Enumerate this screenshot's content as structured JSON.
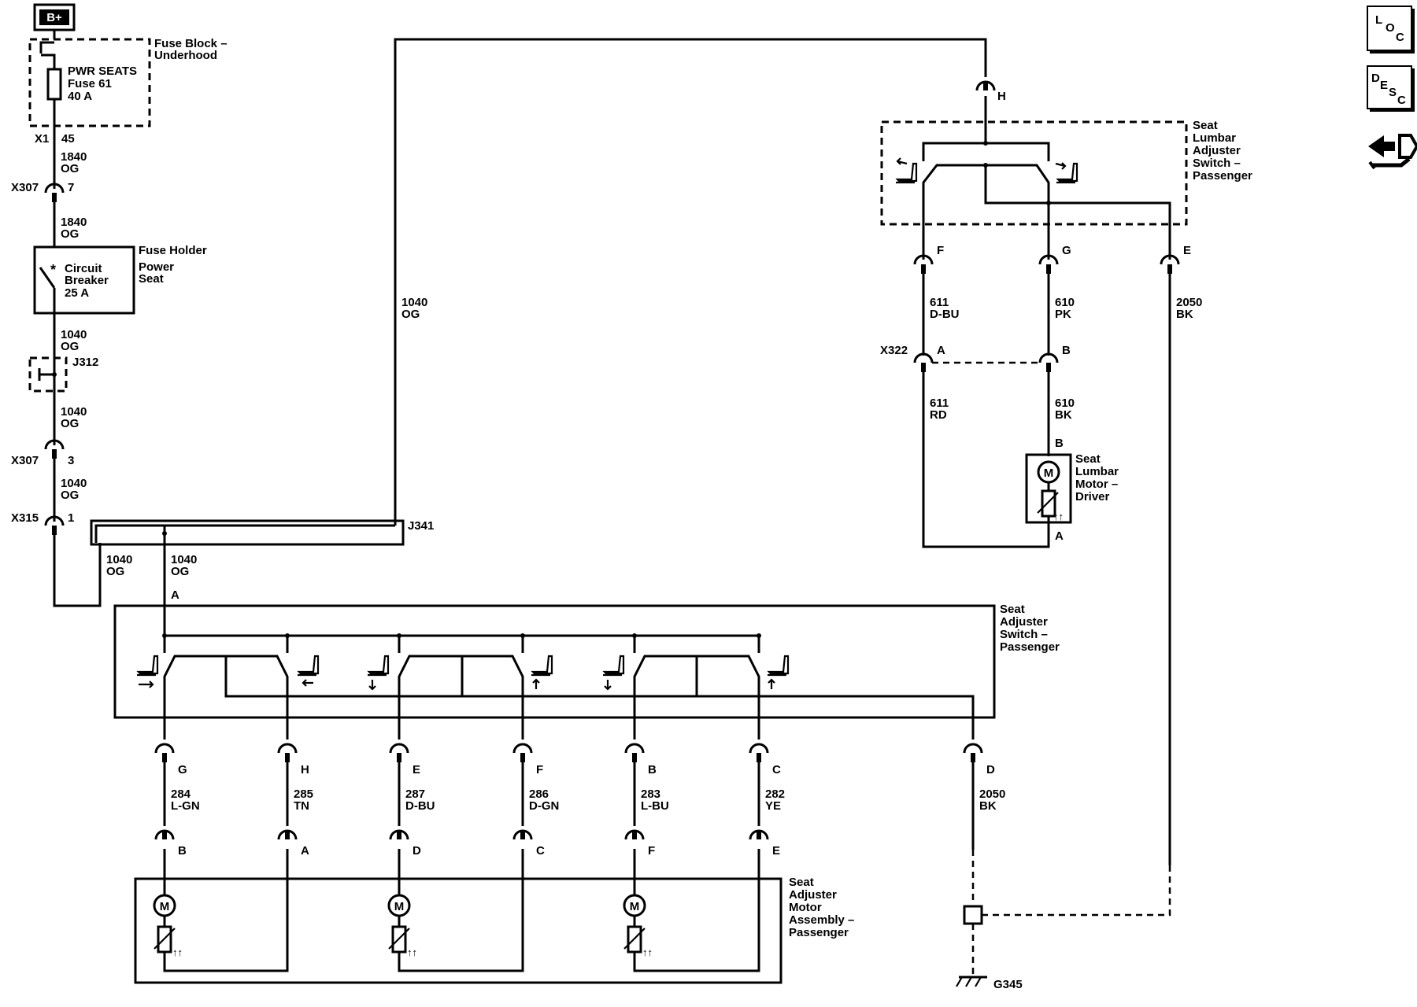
{
  "power": {
    "label": "B+"
  },
  "fuse_block": {
    "label_line1": "Fuse Block –",
    "label_line2": "Underhood",
    "fuse_name": "PWR SEATS",
    "fuse_num": "Fuse 61",
    "fuse_amp": "40 A",
    "conn": "X1",
    "pin": "45"
  },
  "wire_1840_a": {
    "num": "1840",
    "color": "OG"
  },
  "x307_top": {
    "conn": "X307",
    "pin": "7"
  },
  "wire_1840_b": {
    "num": "1840",
    "color": "OG"
  },
  "fuse_holder": {
    "line1": "Fuse Holder",
    "line2": "Power",
    "line3": "Seat",
    "breaker1": "Circuit",
    "breaker2": "Breaker",
    "breaker3": "25 A"
  },
  "wire_1040_a": {
    "num": "1040",
    "color": "OG"
  },
  "j312": {
    "label": "J312"
  },
  "wire_1040_b": {
    "num": "1040",
    "color": "OG"
  },
  "x307_bot": {
    "conn": "X307",
    "pin": "3"
  },
  "wire_1040_c": {
    "num": "1040",
    "color": "OG"
  },
  "x315": {
    "conn": "X315",
    "pin": "1"
  },
  "j341": {
    "label": "J341"
  },
  "wire_1040_d": {
    "num": "1040",
    "color": "OG"
  },
  "wire_1040_e": {
    "num": "1040",
    "color": "OG"
  },
  "wire_1040_up": {
    "num": "1040",
    "color": "OG"
  },
  "seat_switch": {
    "pin_in": "A",
    "line1": "Seat",
    "line2": "Adjuster",
    "line3": "Switch –",
    "line4": "Passenger"
  },
  "channels": [
    {
      "pin_top": "G",
      "num": "284",
      "color": "L-GN",
      "pin_bot": "B"
    },
    {
      "pin_top": "H",
      "num": "285",
      "color": "TN",
      "pin_bot": "A"
    },
    {
      "pin_top": "E",
      "num": "287",
      "color": "D-BU",
      "pin_bot": "D"
    },
    {
      "pin_top": "F",
      "num": "286",
      "color": "D-GN",
      "pin_bot": "C"
    },
    {
      "pin_top": "B",
      "num": "283",
      "color": "L-BU",
      "pin_bot": "F"
    },
    {
      "pin_top": "C",
      "num": "282",
      "color": "YE",
      "pin_bot": "E"
    }
  ],
  "ground_wire": {
    "pin": "D",
    "num": "2050",
    "color": "BK"
  },
  "motor_assembly": {
    "line1": "Seat",
    "line2": "Adjuster",
    "line3": "Motor",
    "line4": "Assembly –",
    "line5": "Passenger",
    "motor_symbol": "M"
  },
  "ground": {
    "label": "G345"
  },
  "lumbar_switch": {
    "pin_in": "H",
    "line1": "Seat",
    "line2": "Lumbar",
    "line3": "Adjuster",
    "line4": "Switch –",
    "line5": "Passenger"
  },
  "lumbar_pins": {
    "f": "F",
    "g": "G",
    "e": "E"
  },
  "wire_611_dbu": {
    "num": "611",
    "color": "D-BU"
  },
  "wire_610_pk": {
    "num": "610",
    "color": "PK"
  },
  "wire_2050_bk": {
    "num": "2050",
    "color": "BK"
  },
  "x322": {
    "conn": "X322",
    "pin_a": "A",
    "pin_b": "B"
  },
  "wire_611_rd": {
    "num": "611",
    "color": "RD"
  },
  "wire_610_bk": {
    "num": "610",
    "color": "BK"
  },
  "lumbar_motor": {
    "pin_b": "B",
    "pin_a": "A",
    "line1": "Seat",
    "line2": "Lumbar",
    "line3": "Motor –",
    "line4": "Driver",
    "motor_symbol": "M"
  },
  "toolbar": {
    "loc": {
      "l": "L",
      "o": "O",
      "c": "C"
    },
    "desc": {
      "d": "D",
      "e": "E",
      "s": "S",
      "c": "C"
    },
    "nav_icon": "connector-nav-icon"
  }
}
